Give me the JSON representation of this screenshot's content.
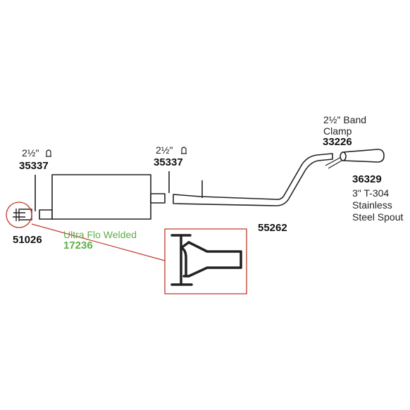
{
  "labels": {
    "clamp_left_size": "2½\" ",
    "clamp_left_part": "35337",
    "clamp_mid_size": "2½\" ",
    "clamp_mid_part": "35337",
    "band_clamp_line1": "2½\" Band",
    "band_clamp_line2": "Clamp",
    "band_clamp_part": "33226",
    "spout_part": "36329",
    "spout_line1": "3\" T-304",
    "spout_line2": "Stainless",
    "spout_line3": "Steel Spout",
    "pipe_part": "55262",
    "muffler_desc": "Ultra Flo Welded",
    "muffler_part": "17236",
    "hanger_part": "51026"
  },
  "colors": {
    "line": "#222222",
    "green": "#5cae46",
    "callout_red": "#c0392b"
  },
  "icons": {
    "clamp": "u-bolt-clamp-icon"
  }
}
